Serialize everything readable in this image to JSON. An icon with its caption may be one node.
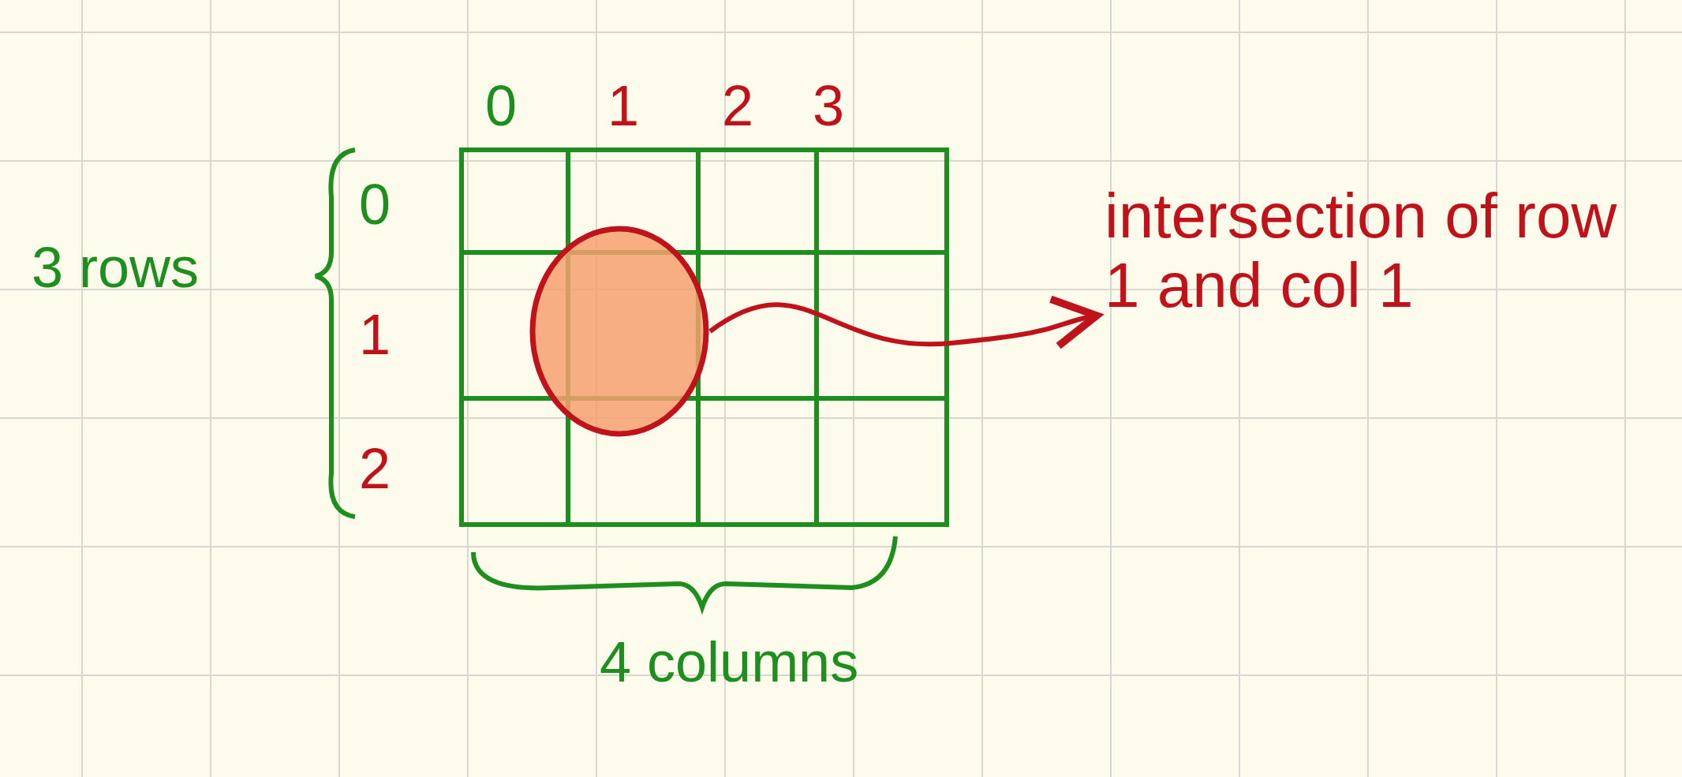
{
  "diagram": {
    "nodes": [
      {
        "text": [],
        "shape": "circle"
      },
      {
        "text": [
          "intersection of row 1 and col 1"
        ]
      }
    ],
    "edges": [
      {
        "from": 0,
        "to": 1,
        "arrow": "to"
      }
    ],
    "labels": [
      "0",
      "1",
      "2",
      "3",
      "3 rows",
      "0",
      "1",
      "2",
      "4 columns"
    ]
  }
}
